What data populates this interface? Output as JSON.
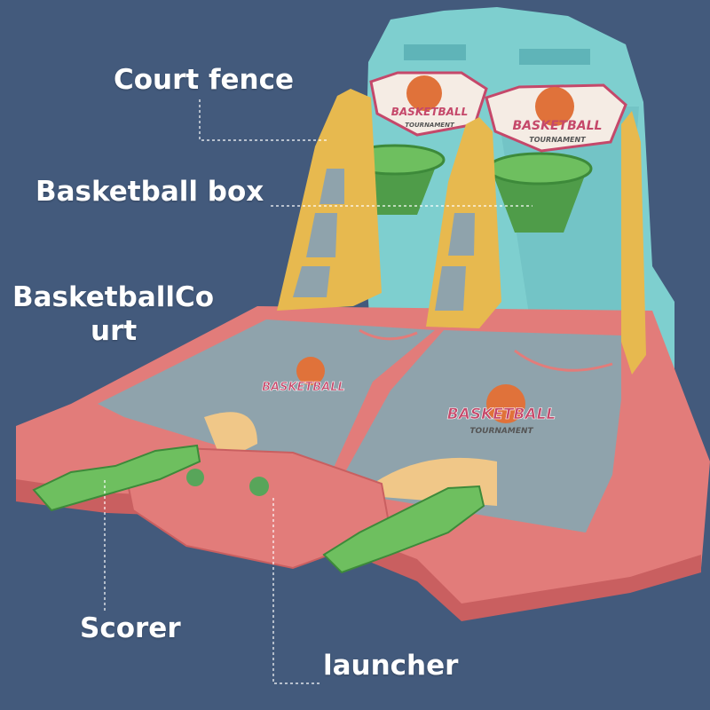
{
  "labels": {
    "court_fence": "Court fence",
    "basketball_box": "Basketball box",
    "court_line1": "BasketballCo",
    "court_line2": "urt",
    "scorer": "Scorer",
    "launcher": "launcher"
  },
  "signage": {
    "brand": "BASKETBALL",
    "sub": "TOURNAMENT"
  },
  "colors": {
    "background": "#435a7c",
    "backboard": "#7ecfcf",
    "fence": "#e7b94f",
    "base": "#e27c7a",
    "hoop": "#5cae54",
    "court": "#8fa3ac"
  }
}
